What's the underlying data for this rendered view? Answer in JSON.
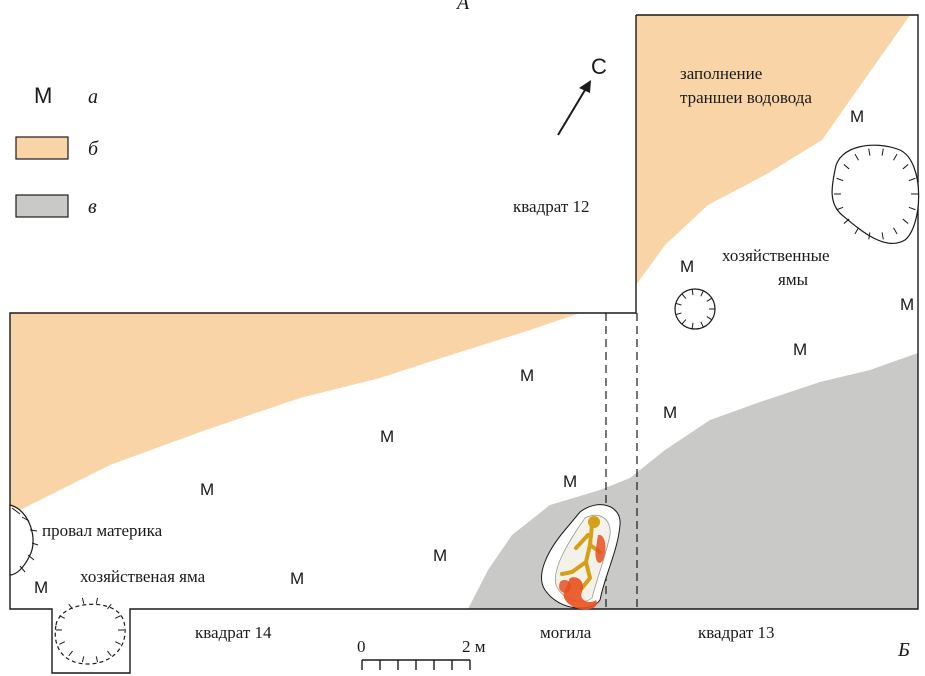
{
  "header_label": "A",
  "corner_label": "Б",
  "north_label": "С",
  "legend": {
    "a_symbol": "М",
    "a_label": "а",
    "b_label": "б",
    "v_label": "в",
    "b_color": "#f8d4a6",
    "v_color": "#c9c9c7"
  },
  "labels": {
    "trench_line1": "заполнение",
    "trench_line2": "траншеи водовода",
    "square12": "квадрат 12",
    "pits_line1": "хозяйственные",
    "pits_line2": "ямы",
    "collapse": "провал материка",
    "pit": "хозяйственая яма",
    "square14": "квадрат 14",
    "grave": "могила",
    "square13": "квадрат 13"
  },
  "scale": {
    "start": "0",
    "end": "2 м"
  },
  "marker_symbol": "М",
  "colors": {
    "fill_orange": "#f8d4a6",
    "fill_grey": "#c9c9c7",
    "line": "#1a1a1a",
    "skeleton": "#d4a017",
    "ochre": "#e8501e"
  }
}
